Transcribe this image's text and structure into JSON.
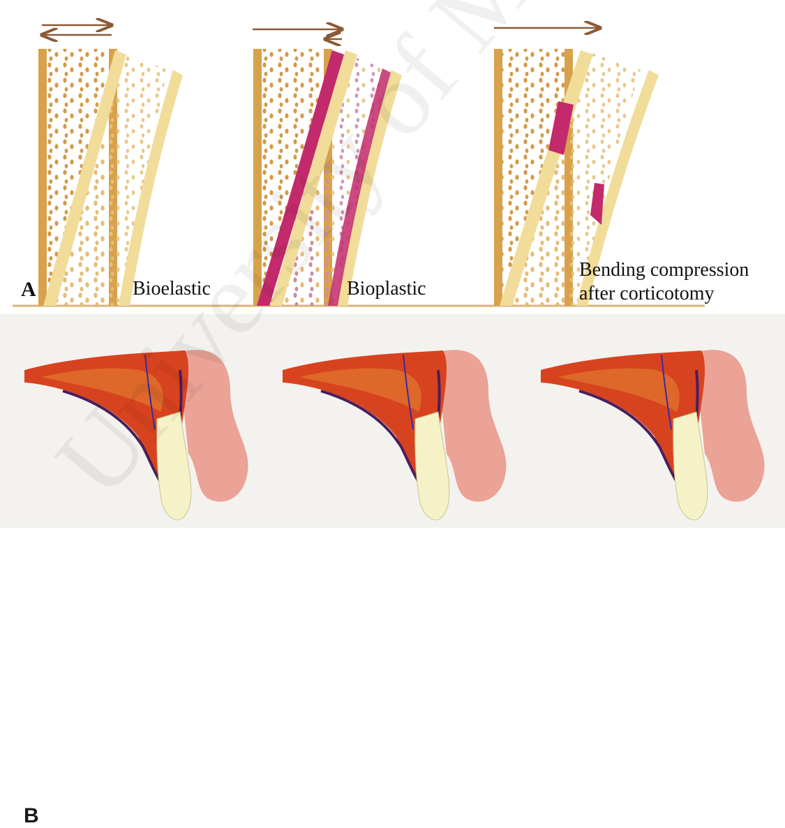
{
  "panel_a": {
    "label": "A",
    "captions": {
      "bioelastic": "Bioelastic",
      "bioplastic": "Bioplastic",
      "bending_line1": "Bending compression",
      "bending_line2": "after corticotomy"
    }
  },
  "panel_b": {
    "label": "B"
  },
  "colors": {
    "cortex_tan": "#d8a24c",
    "cortex_light": "#f1dc9a",
    "dots": "#d49a48",
    "magenta": "#c22a6b",
    "arrow": "#8a5a36",
    "baseline": "#d9b47a",
    "bone_red": "#d8431f",
    "soft_tissue": "#eaa396",
    "tooth": "#f6f2c8"
  },
  "watermark": "University of Malaya"
}
